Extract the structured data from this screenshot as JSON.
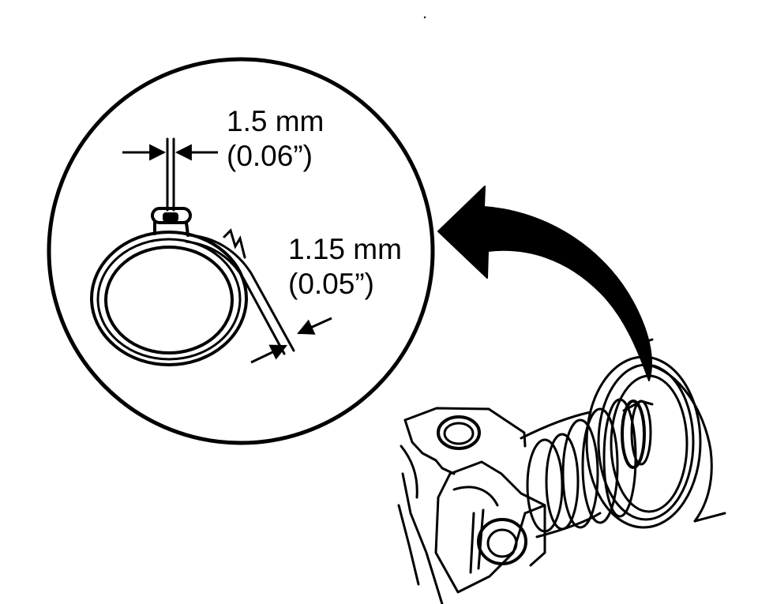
{
  "callouts": {
    "band_width": {
      "metric": "1.5 mm",
      "imperial": "(0.06”)"
    },
    "band_thickness": {
      "metric": "1.15 mm",
      "imperial": "(0.05”)"
    }
  },
  "colors": {
    "ink": "#000000",
    "paper": "#ffffff"
  },
  "icons": {
    "detail": "clamp-detail-icon",
    "arrow": "curved-arrow-icon",
    "assembly": "boot-clamp-assembly-icon"
  }
}
